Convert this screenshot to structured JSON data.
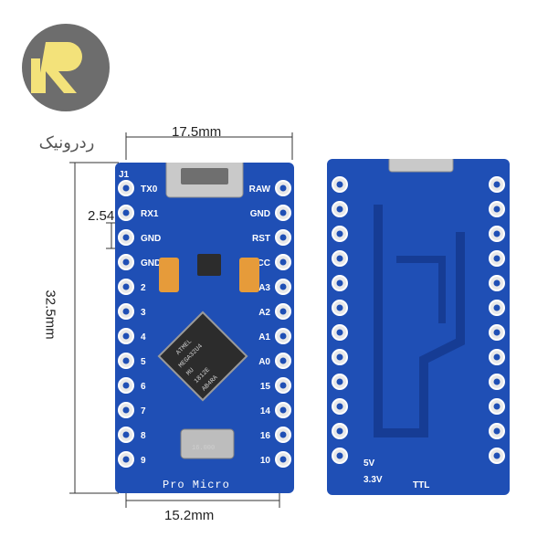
{
  "logo": {
    "text": "ردرونیک"
  },
  "dimensions": {
    "top_width": "17.5mm",
    "pin_pitch": "2.54mm",
    "height": "32.5mm",
    "bottom_width": "15.2mm"
  },
  "board_front": {
    "left_pins": [
      "TX0",
      "RX1",
      "GND",
      "GND",
      "2",
      "3",
      "4",
      "5",
      "6",
      "7",
      "8",
      "9"
    ],
    "right_pins": [
      "RAW",
      "GND",
      "RST",
      "VCC",
      "A3",
      "A2",
      "A1",
      "A0",
      "15",
      "14",
      "16",
      "10"
    ],
    "corner_label": "J1",
    "brand": "Pro Micro",
    "chip_lines": [
      "ATMEL",
      "MEGA32U4",
      "MU",
      "1812E",
      "AB4RA"
    ],
    "crystal": "16.000"
  },
  "board_back": {
    "labels": [
      "5V",
      "3.3V"
    ],
    "silk": "TTL"
  },
  "colors": {
    "pcb": "#1f4fb5",
    "pcb_dark": "#163c94",
    "pad": "#e8e8e8",
    "logo_yellow": "#f3e27a",
    "logo_gray": "#6d6d6d"
  }
}
